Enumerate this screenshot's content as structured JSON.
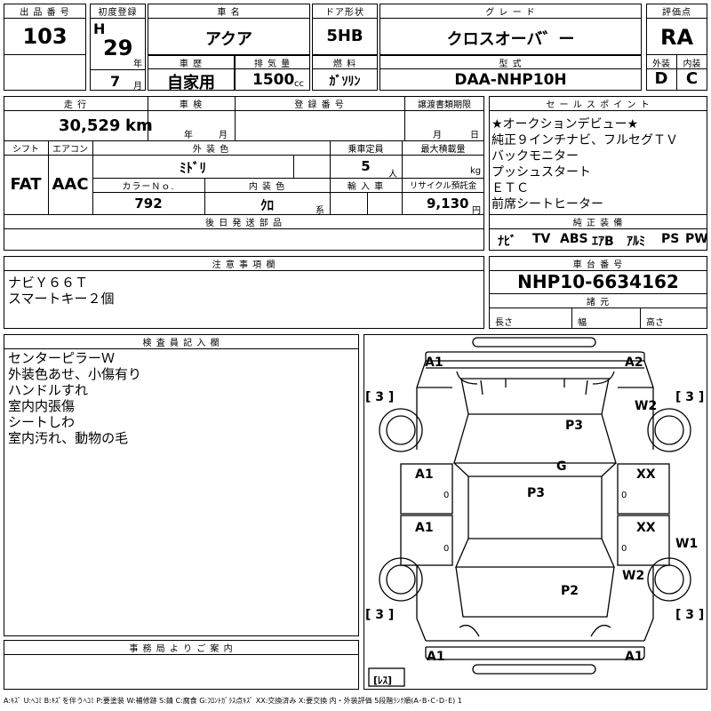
{
  "header": {
    "lot_no_label": "出 品 番 号",
    "lot_no": "103",
    "first_reg_label": "初度登録",
    "era": "H",
    "year": "29",
    "year_unit": "年",
    "month": "7",
    "month_unit": "月",
    "car_name_label": "車 名",
    "car_name": "アクア",
    "door_label": "ドア形状",
    "door": "5HB",
    "grade_label": "グ レ ー ド",
    "grade": "クロスオーバ゛ー",
    "score_label": "評価点",
    "score": "RA",
    "history_label": "車 歴",
    "history": "自家用",
    "displacement_label": "排 気 量",
    "displacement": "1500",
    "displacement_unit": "cc",
    "fuel_label": "燃 料",
    "fuel": "ｶﾞｿﾘﾝ",
    "model_label": "型 式",
    "model": "DAA-NHP10H",
    "ext_label": "外装",
    "ext": "D",
    "int_label": "内装",
    "int": "C"
  },
  "row2": {
    "mileage_label": "走 行",
    "mileage": "30,529",
    "mileage_unit": "km",
    "inspection_label": "車 検",
    "insp_year_unit": "年",
    "insp_month_unit": "月",
    "reg_label": "登 録 番 号",
    "transfer_label": "譲渡書類期限",
    "transfer_month_unit": "月",
    "transfer_day_unit": "日"
  },
  "row3": {
    "shift_label": "シフト",
    "shift": "FAT",
    "ac_label": "エアコン",
    "ac": "AAC",
    "color_label": "外 装 色",
    "color": "ﾐﾄﾞﾘ",
    "capacity_label": "乗車定員",
    "capacity": "5",
    "capacity_unit": "人",
    "load_label": "最大積載量",
    "load_unit": "kg",
    "color_no_label": "カラーＮｏ.",
    "color_no": "792",
    "int_color_label": "内 装 色",
    "int_color": "ｸﾛ",
    "int_color_unit": "系",
    "import_label": "輸 入 車",
    "recycle_label": "リサイクル預託金",
    "recycle": "9,130",
    "recycle_unit": "円"
  },
  "later_label": "後 日 発 送 部 品",
  "sales_label": "セ ー ル ス ポ イ ン ト",
  "sales_points": [
    "★オークションデビュー★",
    "純正９インチナビ、フルセグＴＶ",
    "バックモニター",
    "プッシュスタート",
    "ＥＴＣ",
    "前席シートヒーター"
  ],
  "equip_label": "純 正 装 備",
  "equipment": [
    "ﾅﾋﾞ",
    "TV",
    "ABS",
    "ｴｱB",
    "ｱﾙﾐ",
    "PS",
    "PW"
  ],
  "caution_label": "注 意 事 項 欄",
  "caution": [
    "ナビＹ６６Ｔ",
    "スマートキー２個"
  ],
  "chassis_label": "車 台 番 号",
  "chassis": "NHP10-6634162",
  "spec_label": "諸 元",
  "length_label": "長さ",
  "width_label": "幅",
  "height_label": "高さ",
  "inspector_label": "検 査 員 記 入 欄",
  "inspector_notes": [
    "センターピラーＷ",
    "外装色あせ、小傷有り",
    "ハンドルすれ",
    "室内内張傷",
    "シートしわ",
    "室内汚れ、動物の毛"
  ],
  "office_label": "事 務 局 よ り ご 案 内",
  "legend": "A:ｷｽﾞ U:ﾍｺﾐ B:ｷｽﾞを伴うﾍｺﾐ P:要塗装 W:補修跡 S:錆 C:腐食 G:ﾌﾛﾝﾄｶﾞﾗｽ点ｷｽﾞ XX:交換済み X:要交換 内・外装評価 5段階ﾗﾝｸ順(A･B･C･D･E) 1",
  "diagram": {
    "marks": {
      "a1_top_left": "A1",
      "a2_top_right": "A2",
      "tire_fl": "[ 3 ]",
      "tire_fr": "[ 3 ]",
      "w2_front_right": "W2",
      "p3_hood": "P3",
      "g_windshield": "G",
      "a1_door_fl": "A1",
      "zero_fl": "0",
      "p3_roof": "P3",
      "xx_door_fr": "XX",
      "zero_fr": "0",
      "a1_door_rl": "A1",
      "zero_rl": "0",
      "xx_door_rr": "XX",
      "zero_rr": "0",
      "w1_right": "W1",
      "w2_rear_right": "W2",
      "p2_trunk": "P2",
      "tire_rl": "[ 3 ]",
      "tire_rr": "[ 3 ]",
      "a1_bottom_left": "A1",
      "a1_bottom_right": "A1",
      "spare": "[ﾚｽ]"
    }
  }
}
